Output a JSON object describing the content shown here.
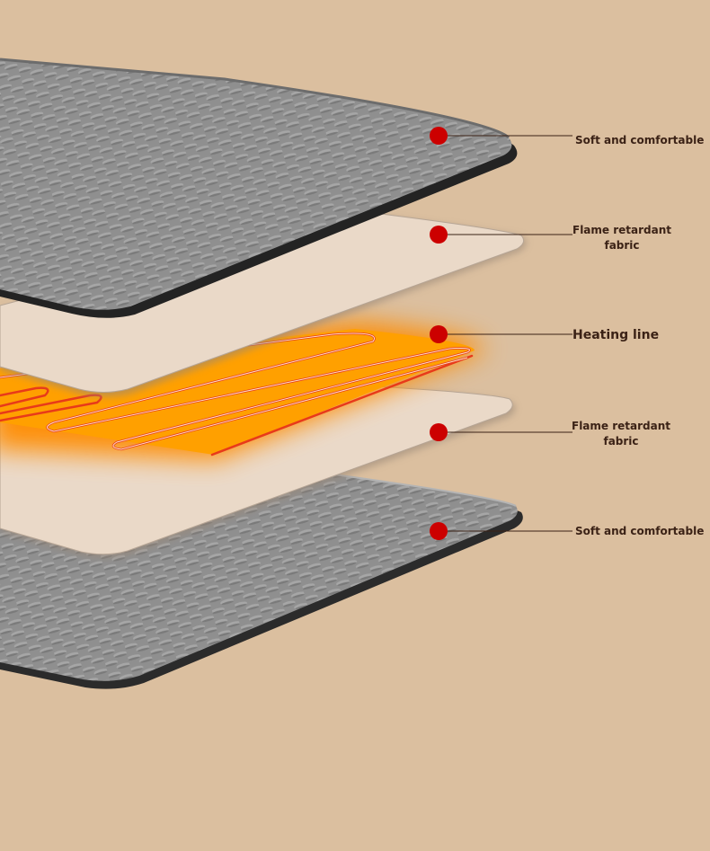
{
  "diagram": {
    "layers": [
      {
        "id": "top-fabric",
        "label": "Soft and comfortable",
        "material": "plush-fabric"
      },
      {
        "id": "upper-barrier",
        "label": "Flame retardant fabric",
        "material": "beige-sheet"
      },
      {
        "id": "heater",
        "label": "Heating line",
        "material": "heating-element"
      },
      {
        "id": "lower-barrier",
        "label": "Flame retardant fabric",
        "material": "beige-sheet"
      },
      {
        "id": "bottom-fabric",
        "label": "Soft and comfortable",
        "material": "plush-fabric"
      }
    ],
    "label_lines": {
      "upper_barrier": [
        "Flame retardant",
        "fabric"
      ],
      "lower_barrier": [
        "Flame retardant",
        "fabric"
      ]
    },
    "colors": {
      "background": "#dbbf9f",
      "marker": "#cc0000",
      "fabric": "#8f8f8f",
      "fabric_edge": "#262626",
      "sheet": "#ead9c8",
      "heat_glow": "#ff8c00",
      "heat_wire": "#e83a1a",
      "label_text": "#3b2216",
      "leader_line": "#3b2216"
    }
  }
}
